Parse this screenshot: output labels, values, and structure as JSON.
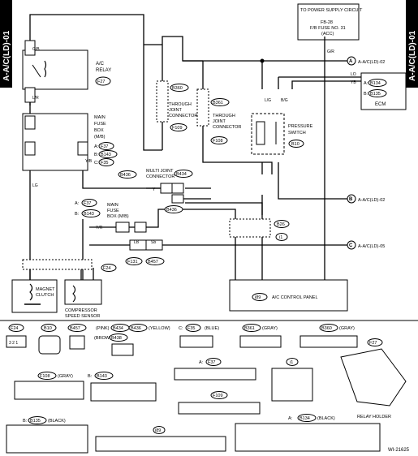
{
  "side_tab_left": "A-A/C(LD)-01",
  "side_tab_right": "A-A/C(LD)-01",
  "power_box": {
    "title": "TO POWER SUPPLY CIRCUIT",
    "line1": "FB-28",
    "line2": "F/B FUSE NO. 31",
    "line3": "(ACC)"
  },
  "ac_relay": {
    "label1": "A/C",
    "label2": "RELAY",
    "conn": "F27"
  },
  "main_fuse_box": {
    "label1": "MAIN",
    "label2": "FUSE",
    "label3": "BOX",
    "label4": "(M/B)",
    "conn_a": "F37",
    "conn_b": "B143",
    "conn_c": "F35",
    "pref_a": "A:",
    "pref_b": "B:",
    "pref_c": "C:"
  },
  "joint1": {
    "conn": "B360",
    "label1": "THROUGH",
    "label2": "JOINT",
    "label3": "CONNECTOR",
    "conn2": "F109"
  },
  "joint2": {
    "conn": "B361",
    "label1": "THROUGH",
    "label2": "JOINT",
    "label3": "CONNECTOR",
    "conn2": "F108"
  },
  "pressure_switch": {
    "label1": "PRESSURE",
    "label2": "SWITCH",
    "conn": "B10"
  },
  "ecm": {
    "label": "ECM",
    "conn_a": "B134",
    "conn_b": "B135",
    "pref_a": "A:",
    "pref_b": "B:"
  },
  "multi_joint": {
    "label1": "MULTI JOINT",
    "label2": "CONNECTOR",
    "conn1": "B436",
    "conn2": "B434",
    "conn3": "B436"
  },
  "main_fuse_box2": {
    "label1": "MAIN",
    "label2": "FUSE",
    "label3": "BOX (M/B)",
    "conn_a": "F37",
    "conn_b": "B143",
    "pref_a": "A:",
    "pref_b": "B:"
  },
  "connectors": {
    "b26": "B26",
    "i1": "i1",
    "f24": "F24",
    "f131": "F131",
    "b457": "B457"
  },
  "off_page": {
    "a": "A-A/C(LD)-02",
    "b": "A-A/C(LD)-02",
    "c": "A-A/C(LD)-05"
  },
  "magnet_clutch": {
    "label1": "MAGNET",
    "label2": "CLUTCH"
  },
  "comp_sensor": {
    "label1": "COMPRESSOR",
    "label2": "SPEED SENSOR"
  },
  "ac_panel": {
    "conn": "i89",
    "label": "A/C CONTROL PANEL"
  },
  "wire_labels": {
    "gb": "G/B",
    "lr": "L/R",
    "lg": "LG",
    "lb": "LB",
    "yb": "Y/B",
    "y": "Y",
    "yr": "Y/R",
    "sb": "Sb",
    "lg2": "LG",
    "sbl": "Sb",
    "gr": "G/R",
    "lo": "LO",
    "yb2": "YB",
    "bg": "B/G",
    "lgr": "L/G"
  },
  "footer_legend": {
    "f24": "F24",
    "b10": "B10",
    "b457": "B457",
    "pink": "(PINK)",
    "b434": "B434",
    "b436": "B436",
    "yellow": "(YELLOW)",
    "brown": "(BROWN)",
    "b438": "B438",
    "c_pref": "C:",
    "f35": "F35",
    "blue": "(BLUE)",
    "b361": "B361",
    "gray": "(GRAY)",
    "b360": "B360",
    "gray2": "(GRAY)",
    "f27": "F27",
    "a_pref": "A:",
    "f37": "F37",
    "i1": "i1",
    "f108": "F108",
    "gray3": "(GRAY)",
    "b_pref": "B:",
    "b143": "B143",
    "f109": "F109",
    "relay_holder": "RELAY HOLDER",
    "b_pref2": "B:",
    "b135": "B135",
    "black": "(BLACK)",
    "i89": "i89",
    "a_pref2": "A:",
    "b134": "B134",
    "black2": "(BLACK)",
    "code": "WI-21625"
  }
}
